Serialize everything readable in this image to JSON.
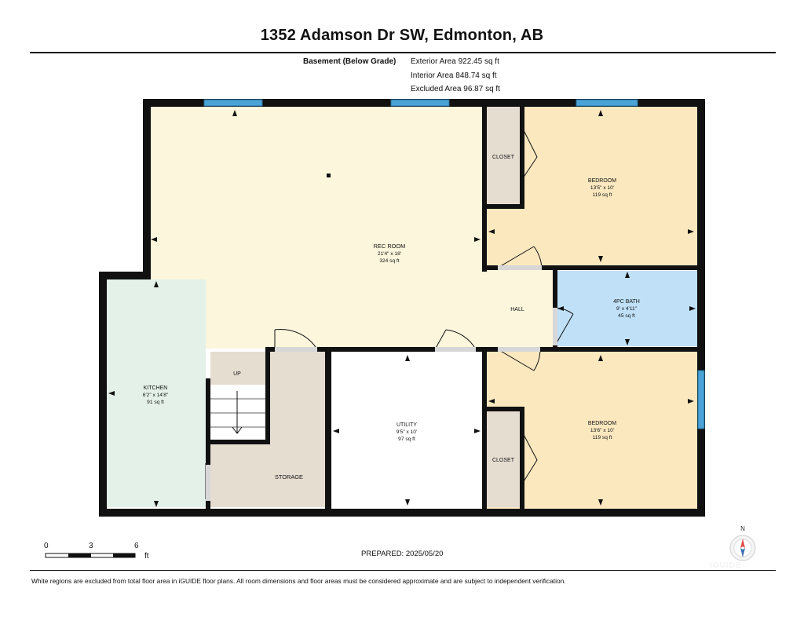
{
  "header": {
    "title": "1352 Adamson Dr SW, Edmonton, AB"
  },
  "level": {
    "name": "Basement (Below Grade)",
    "exterior_area": "Exterior Area 922.45 sq ft",
    "interior_area": "Interior Area 848.74 sq ft",
    "excluded_area": "Excluded Area 96.87 sq ft"
  },
  "rooms": {
    "rec_room": {
      "name": "REC ROOM",
      "dims": "21'4\" x 18'",
      "area": "324 sq ft"
    },
    "bedroom_top": {
      "name": "BEDROOM",
      "dims": "13'5\" x 10'",
      "area": "119 sq ft"
    },
    "bedroom_bottom": {
      "name": "BEDROOM",
      "dims": "13'6\" x 10'",
      "area": "119 sq ft"
    },
    "bath": {
      "name": "4PC BATH",
      "dims": "9' x 4'11\"",
      "area": "45 sq ft"
    },
    "kitchen": {
      "name": "KITCHEN",
      "dims": "6'2\" x 14'8\"",
      "area": "91 sq ft"
    },
    "utility": {
      "name": "UTILITY",
      "dims": "9'5\" x 10'",
      "area": "97 sq ft"
    },
    "closet_top": {
      "name": "CLOSET"
    },
    "closet_bottom": {
      "name": "CLOSET"
    },
    "hall": {
      "name": "HALL"
    },
    "storage": {
      "name": "STORAGE"
    },
    "stairs": {
      "label": "UP"
    }
  },
  "scale_bar": {
    "ticks": [
      "0",
      "3",
      "6"
    ],
    "unit": "ft"
  },
  "footer": {
    "prepared": "PREPARED: 2025/05/20",
    "disclaimer": "White regions are excluded from total floor area in iGUIDE floor plans. All room dimensions and floor areas must be considered approximate and are subject to independent verification.",
    "compass_label": "N",
    "brand": "iGUIDE"
  },
  "colors": {
    "wall": "#111111",
    "window": "#4aa3d6",
    "rec_room": "#fbf6dc",
    "bedroom": "#fbe8bf",
    "bath": "#bfe0f7",
    "kitchen": "#e3f1e8",
    "closet": "#e6ddd1",
    "storage": "#e6ddd1",
    "hall": "#fbf6dc",
    "utility": "#ffffff"
  }
}
